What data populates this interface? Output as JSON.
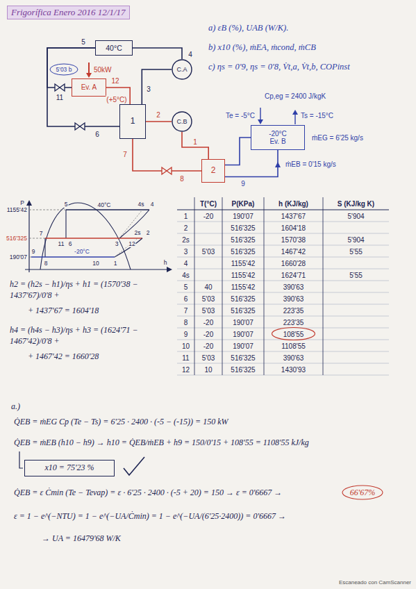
{
  "diagram": {
    "title": "Frigorífica Enero 2016 12/1/17",
    "nodes": [
      {
        "text": [
          "40°C"
        ]
      },
      {
        "text": [
          "Ev. A"
        ]
      },
      {
        "text": [
          "1"
        ]
      },
      {
        "text": [
          "2"
        ]
      },
      {
        "text": [
          "-20°C",
          "Ev. B"
        ]
      },
      {
        "text": [
          "C.A"
        ]
      },
      {
        "text": [
          "C.B"
        ]
      },
      {
        "text": [
          "x10 = 75'23 %"
        ]
      }
    ],
    "edges": [
      {
        "from": 5,
        "to": 0,
        "arrow": "none"
      },
      {
        "from": 0,
        "to": 1,
        "arrow": "none"
      },
      {
        "from": 0,
        "to": 2,
        "arrow": "none"
      },
      {
        "from": 1,
        "to": 2,
        "arrow": "none"
      },
      {
        "from": 2,
        "to": 5,
        "arrow": "none"
      },
      {
        "from": 6,
        "to": 2,
        "arrow": "none"
      },
      {
        "from": 2,
        "to": 3,
        "arrow": "none"
      },
      {
        "from": 3,
        "to": 6,
        "arrow": "none"
      },
      {
        "from": 3,
        "to": 4,
        "arrow": "none"
      },
      {
        "from": 4,
        "to": 3,
        "arrow": "none"
      }
    ],
    "labels": [
      "a) εB (%), UAB (W/K).",
      "b) x10 (%), ṁEA, ṁcond, ṁCB",
      "c) ηs = 0'9, ηs = 0'8, V̇t,a, V̇t,b, COPinst",
      "5",
      "4",
      "50kW",
      "5'03 b",
      "12",
      "3",
      "(+5°C)",
      "11",
      "2",
      "6",
      "Cp,eg = 2400 J/kgK",
      "Te = -5°C",
      "Ts = -15°C",
      "ṁEG = 6'25 kg/s",
      "7",
      "1",
      "ṁEB = 0'15 kg/s",
      "8",
      "9",
      "P",
      "1155'42",
      "5",
      "40°C",
      "4s",
      "4",
      "516'325",
      "7",
      "11",
      "6",
      "3",
      "12",
      "2s",
      "2",
      "-20°C",
      "190'07",
      "9",
      "8",
      "10",
      "1",
      "h",
      "T(°C)",
      "P(KPa)",
      "h (KJ/kg)",
      "S (KJ/kg K)",
      "1",
      "-20",
      "190'07",
      "1437'67",
      "5'904",
      "2",
      "516'325",
      "1604'18",
      "2s",
      "516'325",
      "1570'38",
      "5'904",
      "3",
      "5'03",
      "516'325",
      "1467'42",
      "5'55",
      "4",
      "1155'42",
      "1660'28",
      "4s",
      "1155'42",
      "1624'71",
      "5'55",
      "5",
      "40",
      "1155'42",
      "390'63",
      "6",
      "5'03",
      "516'325",
      "390'63",
      "7",
      "5'03",
      "516'325",
      "223'35",
      "8",
      "-20",
      "190'07",
      "223'35",
      "9",
      "-20",
      "190'07",
      "108'55",
      "10",
      "-20",
      "190'07",
      "1108'55",
      "11",
      "5'03",
      "516'325",
      "390'63",
      "12",
      "10",
      "516'325",
      "1430'93",
      "h2 = (h2s − h1)/ηs + h1 = (1570'38 − 1437'67)/0'8 +",
      "+ 1437'67 = 1604'18",
      "h4 = (h4s − h3)/ηs + h3 = (1624'71 − 1467'42)/0'8 +",
      "+ 1467'42 = 1660'28",
      "a.)",
      "Q̇EB = ṁEG Cp (Te − Ts) = 6'25 · 2400 · (-5 − (-15)) = 150 kW",
      "Q̇EB = ṁEB (h10 − h9) → h10 = Q̇EB/ṁEB + h9 = 150/0'15 + 108'55 = 1108'55 kJ/kg",
      "Q̇EB = ε Ċmin (Te − Tevap) = ε · 6'25 · 2400 · (-5 + 20) = 150 → ε = 0'6667 →",
      "66'67%",
      "ε = 1 − e^(−NTU) = 1 − e^(−UA/Ċmin) = 1 − e^(−UA/(6'25·2400)) = 0'6667 →",
      "→ UA = 16479'68 W/K",
      "Escaneado con CamScanner"
    ]
  }
}
